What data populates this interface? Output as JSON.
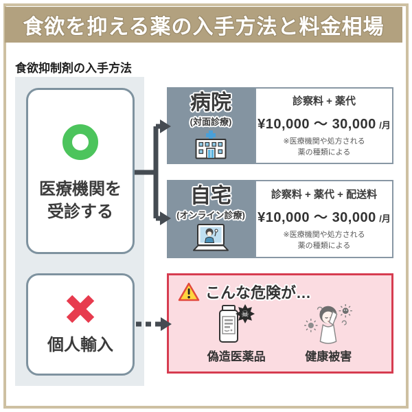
{
  "page": {
    "title": "食欲を抑える薬の入手方法と料金相場",
    "section_label": "食欲抑制剤の入手方法"
  },
  "methods": {
    "visit": {
      "mark_icon": "ok-circle-icon",
      "label_line1": "医療機関を",
      "label_line2": "受診する"
    },
    "personal_import": {
      "mark_icon": "ng-cross-icon",
      "label": "個人輸入"
    }
  },
  "options": [
    {
      "place": "病院",
      "place_sub": "(対面診療)",
      "place_icon": "hospital-icon",
      "fees": "診察料 + 薬代",
      "price": "¥10,000 〜 30,000",
      "unit": "/月",
      "note1": "※医療機関や処方される",
      "note2": "薬の種類による"
    },
    {
      "place": "自宅",
      "place_sub": "(オンライン診療)",
      "place_icon": "online-consultation-laptop-icon",
      "fees": "診察料 + 薬代 + 配送料",
      "price": "¥10,000 〜 30,000",
      "unit": "/月",
      "note1": "※医療機関や処方される",
      "note2": "薬の種類による"
    }
  ],
  "danger": {
    "warning_icon": "warning-triangle-icon",
    "header": "こんな危険が…",
    "items": [
      {
        "icon": "counterfeit-medicine-bottle-icon",
        "label": "偽造医薬品"
      },
      {
        "icon": "dizzy-person-health-damage-icon",
        "label": "健康被害"
      }
    ]
  },
  "colors": {
    "banner_tan": "#b2a17f",
    "frame_tan": "#cdc0a2",
    "slate_box": "#8494a1",
    "light_column": "#e6ebee",
    "ok_green": "#4cc45c",
    "ng_red": "#e73b4e",
    "danger_border": "#d63c50",
    "danger_bg": "#fbdce1",
    "arrow_dark": "#454b52"
  }
}
